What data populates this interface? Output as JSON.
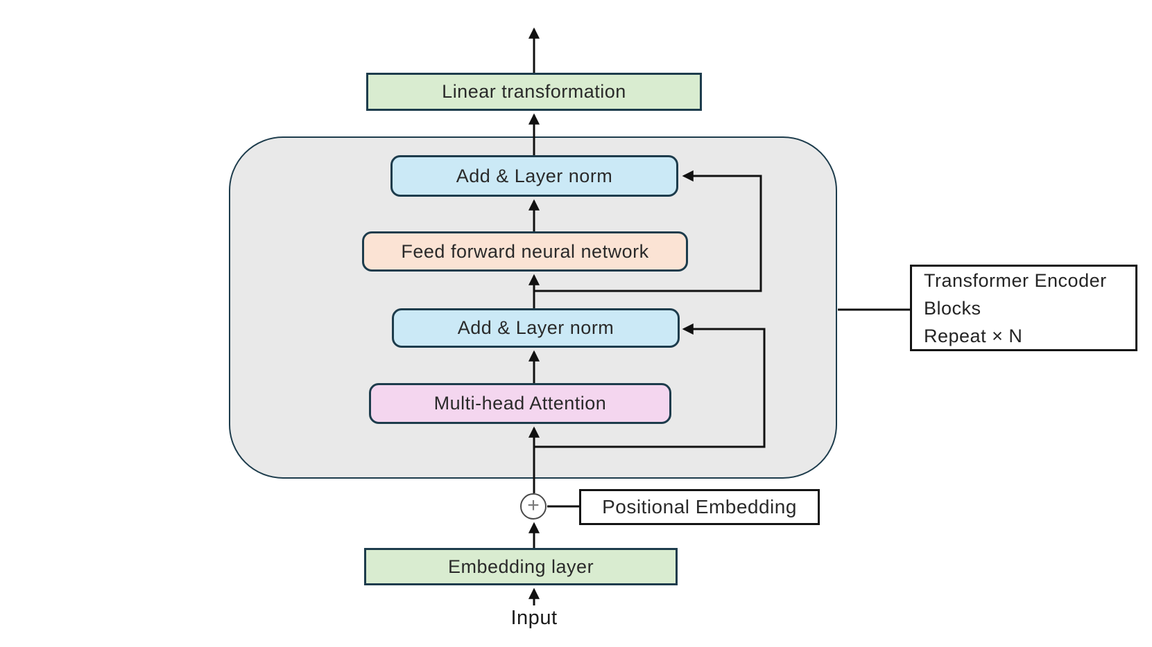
{
  "colors": {
    "background": "#ffffff",
    "container_fill": "#e9e9e9",
    "node_border": "#1d3c4c",
    "green_fill": "#d9ecd0",
    "blue_fill": "#cbe9f6",
    "peach_fill": "#fbe3d4",
    "pink_fill": "#f4d6ef",
    "line_black": "#111111"
  },
  "diagram": {
    "output_block": {
      "label": "Linear transformation"
    },
    "encoder_block": {
      "add_norm_top": "Add & Layer norm",
      "feed_forward": "Feed forward neural network",
      "add_norm_bottom": "Add & Layer norm",
      "attention": "Multi-head Attention"
    },
    "positional_embedding": {
      "label": "Positional Embedding",
      "plus": "+"
    },
    "embedding_layer": {
      "label": "Embedding layer"
    },
    "input_label": "Input",
    "encoder_note": {
      "line1": "Transformer Encoder",
      "line2": "Blocks",
      "line3": "Repeat × N"
    }
  }
}
